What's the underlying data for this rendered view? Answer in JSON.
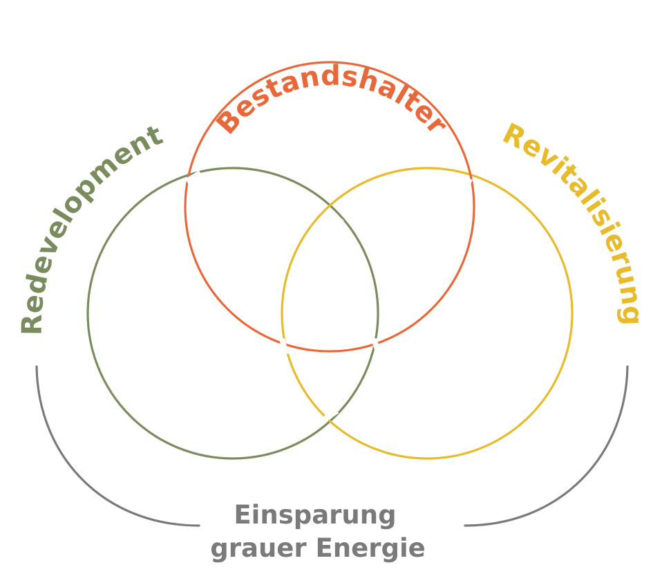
{
  "diagram": {
    "type": "venn",
    "sets": [
      {
        "id": "bestandshalter",
        "label": "Bestandshalter",
        "color": "#E9683A"
      },
      {
        "id": "redevelopment",
        "label": "Redevelopment",
        "color": "#7A8C5E"
      },
      {
        "id": "revitalisierung",
        "label": "Revitalisierung",
        "color": "#E8BB2A"
      }
    ],
    "caption": {
      "line1": "Einsparung",
      "line2": "grauer Energie",
      "color": "#7A7A7A"
    }
  }
}
